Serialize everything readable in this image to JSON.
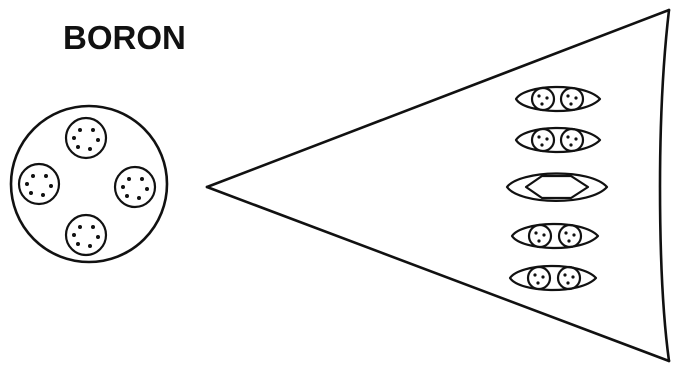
{
  "diagram": {
    "title": "BORON",
    "ink_color": "#111111",
    "background_color": "#ffffff",
    "fiber": {
      "filament_count": 4,
      "filament_dots": [
        {
          "name": "top-filament",
          "dots": 6
        },
        {
          "name": "left-filament",
          "dots": 6
        },
        {
          "name": "right-filament",
          "dots": 6
        },
        {
          "name": "bottom-filament",
          "dots": 6
        }
      ]
    },
    "magnified_view": {
      "pod_count": 5,
      "pods": [
        {
          "kind": "double",
          "dots_each": 3
        },
        {
          "kind": "double",
          "dots_each": 3
        },
        {
          "kind": "ring",
          "dots_each": 0
        },
        {
          "kind": "double",
          "dots_each": 3
        },
        {
          "kind": "double",
          "dots_each": 3
        }
      ]
    }
  }
}
